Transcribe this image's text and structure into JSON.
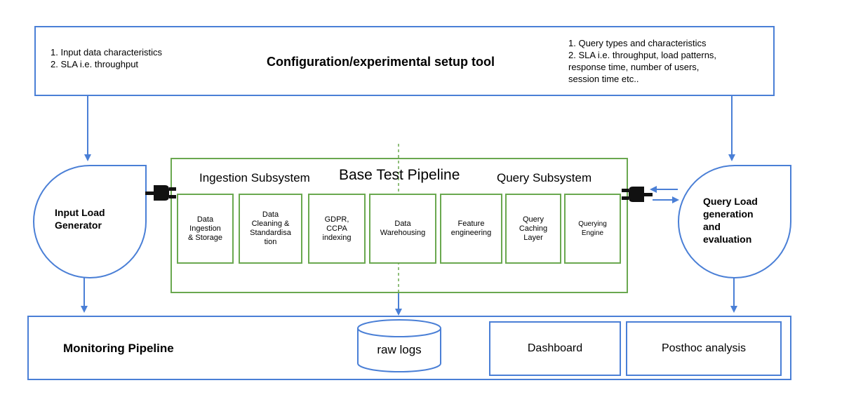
{
  "config_tool": {
    "title": "Configuration/experimental setup tool",
    "left_items": [
      "1. Input data characteristics",
      "2. SLA i.e. throughput"
    ],
    "right_items": [
      "1. Query types and characteristics",
      "2. SLA i.e. throughput, load patterns,",
      "response time, number of users,",
      "session time etc.."
    ]
  },
  "input_generator": {
    "label": "Input Load\nGenerator"
  },
  "query_generator": {
    "label": "Query Load\ngeneration\nand\nevaluation"
  },
  "pipeline": {
    "title": "Base Test Pipeline",
    "ingestion_label": "Ingestion Subsystem",
    "query_label": "Query Subsystem",
    "stages": [
      "Data\nIngestion\n& Storage",
      "Data\nCleaning &\nStandardisa\ntion",
      "GDPR,\nCCPA\nindexing",
      "Data\nWarehousing",
      "Feature\nengineering",
      "Query\nCaching\nLayer",
      "Querying\nEngine"
    ]
  },
  "monitoring": {
    "title": "Monitoring Pipeline",
    "raw_logs": "raw logs",
    "dashboard": "Dashboard",
    "posthoc": "Posthoc analysis"
  },
  "colors": {
    "blue": "#4a7fd6",
    "green": "#6aa84f",
    "plug": "#111111"
  }
}
